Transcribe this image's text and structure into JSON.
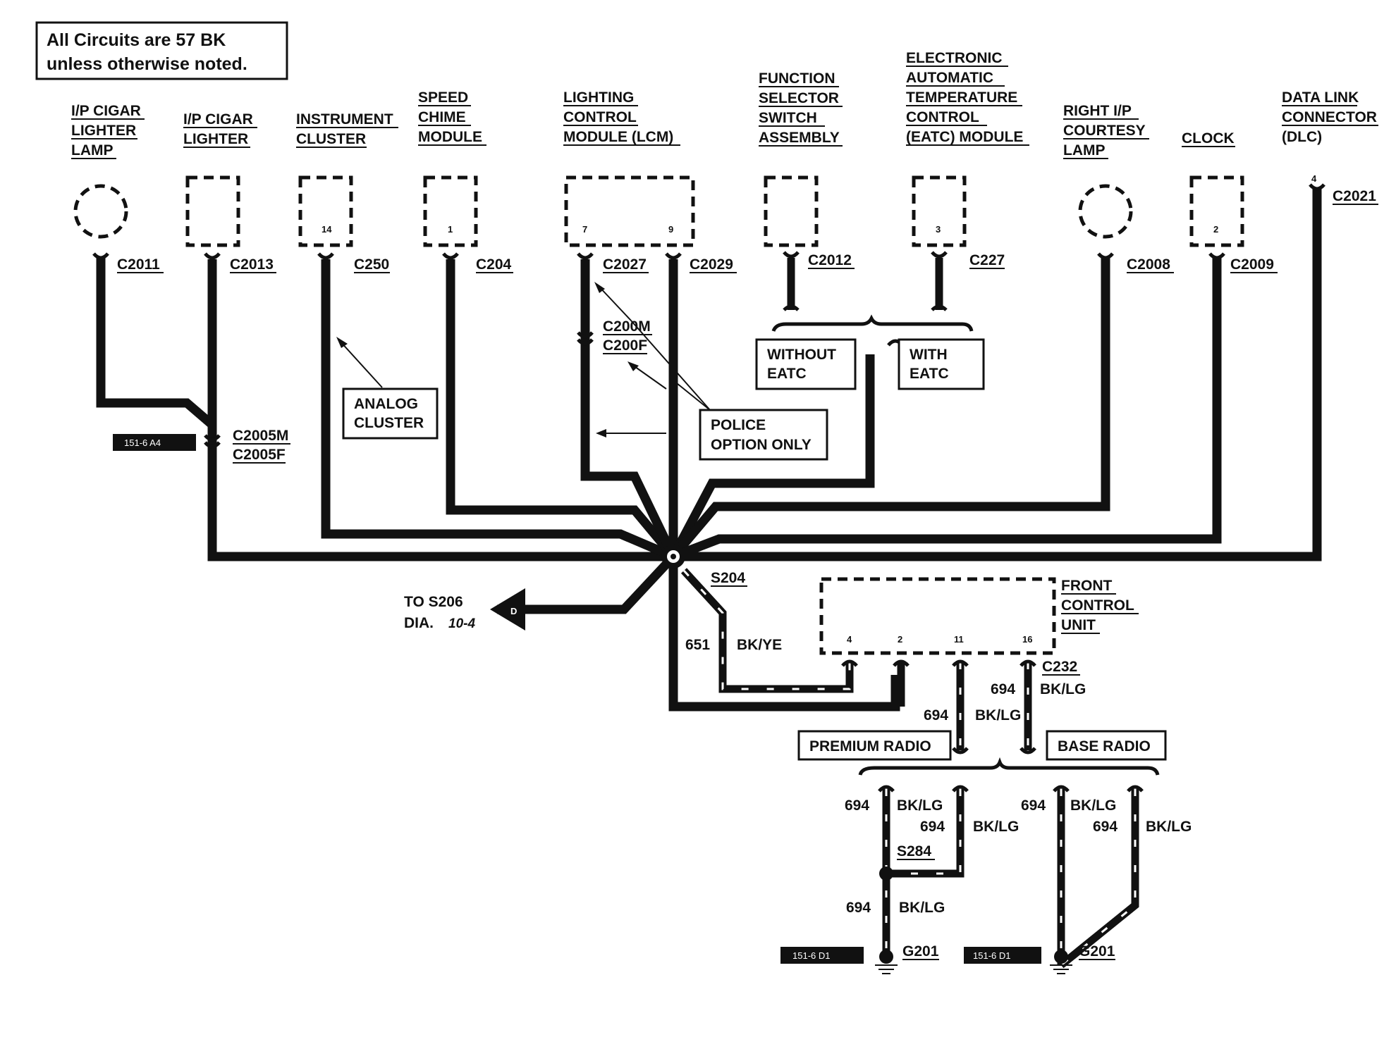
{
  "note": {
    "line1": "All Circuits are 57 BK",
    "line2": "unless otherwise noted."
  },
  "components": {
    "cigar_lamp": [
      "I/P CIGAR",
      "LIGHTER",
      "LAMP"
    ],
    "cigar_lighter": [
      "I/P CIGAR",
      "LIGHTER"
    ],
    "instrument_cluster": [
      "INSTRUMENT",
      "CLUSTER"
    ],
    "speed_chime": [
      "SPEED",
      "CHIME",
      "MODULE"
    ],
    "lcm": [
      "LIGHTING",
      "CONTROL",
      "MODULE (LCM)"
    ],
    "function_selector": [
      "FUNCTION",
      "SELECTOR",
      "SWITCH",
      "ASSEMBLY"
    ],
    "eatc": [
      "ELECTRONIC",
      "AUTOMATIC",
      "TEMPERATURE",
      "CONTROL",
      "(EATC) MODULE"
    ],
    "courtesy_lamp": [
      "RIGHT I/P",
      "COURTESY",
      "LAMP"
    ],
    "clock": [
      "CLOCK"
    ],
    "dlc": [
      "DATA LINK",
      "CONNECTOR",
      "(DLC)"
    ],
    "front_control": [
      "FRONT",
      "CONTROL",
      "UNIT"
    ]
  },
  "connectors": {
    "c2011": "C2011",
    "c2013": "C2013",
    "c250": "C250",
    "c204": "C204",
    "c2027": "C2027",
    "c2029": "C2029",
    "c2012": "C2012",
    "c227": "C227",
    "c2008": "C2008",
    "c2009": "C2009",
    "c2021": "C2021",
    "c2005m": "C2005M",
    "c2005f": "C2005F",
    "c200m": "C200M",
    "c200f": "C200F",
    "c232": "C232",
    "s204": "S204",
    "s284": "S284",
    "g201a": "G201",
    "g201b": "G201"
  },
  "pins": {
    "c250": "14",
    "c204": "1",
    "lcm_a": "7",
    "lcm_b": "9",
    "eatc": "3",
    "clock": "2",
    "dlc": "4",
    "fcu_4": "4",
    "fcu_2": "2",
    "fcu_11": "11",
    "fcu_16": "16"
  },
  "callouts": {
    "analog": [
      "ANALOG",
      "CLUSTER"
    ],
    "police": [
      "POLICE",
      "OPTION ONLY"
    ],
    "without_eatc": [
      "WITHOUT",
      "EATC"
    ],
    "with_eatc": [
      "WITH",
      "EATC"
    ],
    "premium_radio": "PREMIUM RADIO",
    "base_radio": "BASE RADIO"
  },
  "offpage": {
    "to": "TO S206",
    "dia": "DIA.",
    "dia_num": "10-4",
    "letter": "D"
  },
  "wire_labels": {
    "w651": "651",
    "bkye": "BK/YE",
    "w694_a": "694",
    "bklg_a": "BK/LG",
    "w694_b": "694",
    "bklg_b": "BK/LG",
    "w694_c": "694",
    "bklg_c": "BK/LG",
    "w694_d": "694",
    "bklg_d": "BK/LG",
    "w694_e": "694",
    "bklg_e": "BK/LG",
    "w694_f": "694",
    "bklg_f": "BK/LG",
    "w694_g": "694",
    "bklg_g": "BK/LG"
  },
  "refs": {
    "r1": "151-6 A4",
    "r2": "151-6 D1",
    "r3": "151-6 D1"
  }
}
